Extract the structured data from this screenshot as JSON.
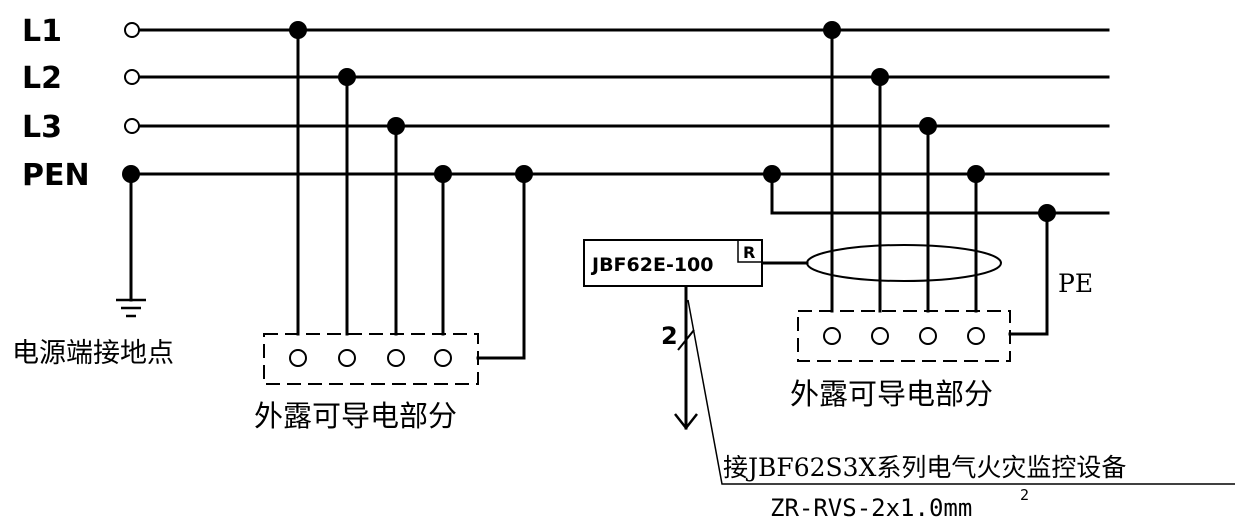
{
  "bus_lines": [
    {
      "id": "L1",
      "label": "L1"
    },
    {
      "id": "L2",
      "label": "L2"
    },
    {
      "id": "L3",
      "label": "L3"
    },
    {
      "id": "PEN",
      "label": "PEN"
    }
  ],
  "labels": {
    "grounding_point": "电源端接地点",
    "exposed_part_left": "外露可导电部分",
    "exposed_part_right": "外露可导电部分",
    "pe": "PE",
    "device_model": "JBF62E-100",
    "device_tag": "R",
    "wire_count": "2",
    "connect_note": "接JBF62S3X系列电气火灾监控设备",
    "cable_spec": "ZR-RVS-2x1.0mm",
    "cable_spec_sup": "2"
  }
}
